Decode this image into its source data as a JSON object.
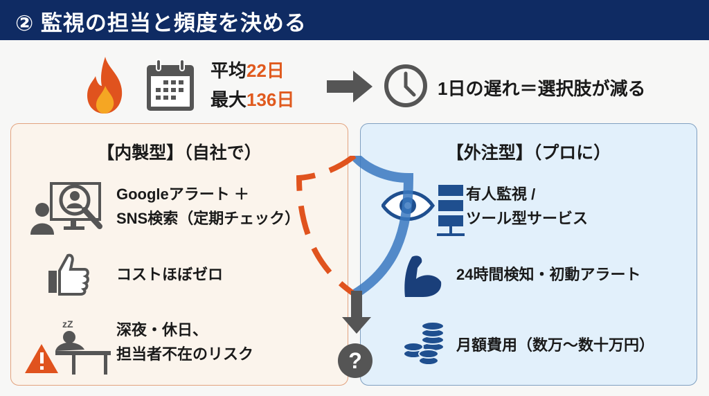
{
  "header": {
    "title": "② 監視の担当と頻度を決める"
  },
  "summary": {
    "avg_label": "平均",
    "avg_value": "22日",
    "max_label": "最大",
    "max_value": "136日",
    "result": "1日の遅れ＝選択肢が減る"
  },
  "left_panel": {
    "title": "【内製型】（自社で）",
    "items": [
      {
        "line1": "Googleアラート ＋",
        "line2": "SNS検索（定期チェック）"
      },
      {
        "line1": "コストほぼゼロ"
      },
      {
        "line1": "深夜・休日、",
        "line2": "担当者不在のリスク"
      }
    ]
  },
  "right_panel": {
    "title": "【外注型】（プロに）",
    "items": [
      {
        "line1": "有人監視 /",
        "line2": "ツール型サービス"
      },
      {
        "line1": "24時間検知・初動アラート"
      },
      {
        "line1": "月額費用（数万〜数十万円）"
      }
    ]
  },
  "center": {
    "question_mark": "?"
  },
  "colors": {
    "navy": "#0f2b63",
    "orange": "#e05a1e",
    "gray": "#555555",
    "blue": "#1f4f8f"
  }
}
